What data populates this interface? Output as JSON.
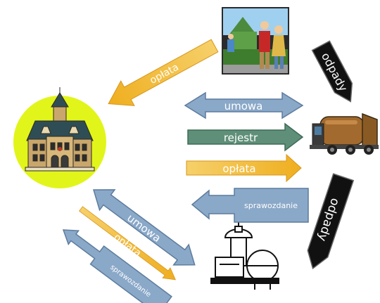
{
  "labels": {
    "fee_to_town": "opłata",
    "contract_center": "umowa",
    "register": "rejestr",
    "fee_center": "opłata",
    "report_center": "sprawozdanie",
    "contract_plant": "umowa",
    "fee_plant": "opłata",
    "report_plant": "sprawozdanie",
    "waste_top": "odpady",
    "waste_bottom": "odpady"
  },
  "colors": {
    "blue_arrow": "#8aa8c8",
    "blue_arrow_stroke": "#5d7c9e",
    "green_arrow": "#5f8f78",
    "green_arrow_stroke": "#3e6b56",
    "orange_arrow": "#f0b32a",
    "orange_arrow_stroke": "#d8951a",
    "waste_arrow": "#111111",
    "waste_arrow_stroke": "#666666",
    "town_circle": "#e2f51a"
  },
  "icons": {
    "town_hall": "town-hall-icon",
    "residents": "residents-icon",
    "garbage_truck": "garbage-truck-icon",
    "processing_plant": "processing-plant-icon"
  }
}
